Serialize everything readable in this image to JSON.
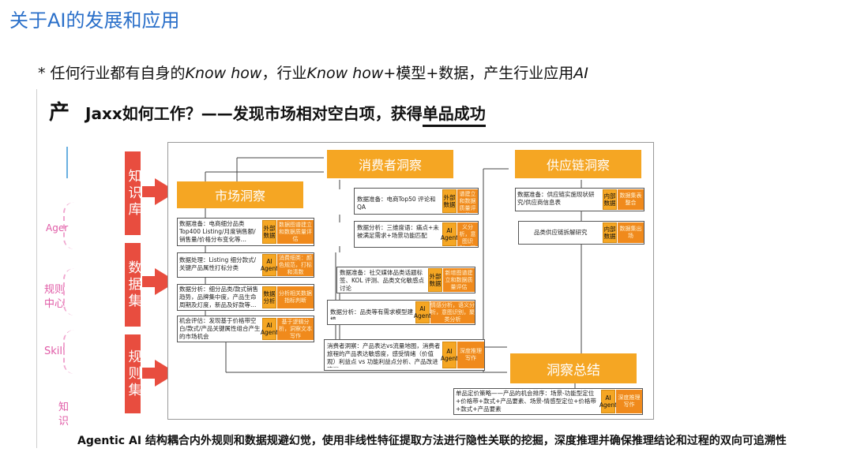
{
  "slide": {
    "title": "关于AI的发展和应用",
    "subtitle_parts": [
      "* 任何行业都有自身的",
      "Know how",
      "，行业",
      "Know how",
      "+模型+数据，产生行业应用",
      "AI"
    ]
  },
  "panel": {
    "chan_char": "产",
    "heading_main": "Jaxx如何工作？——发现市场相对空白项，获得",
    "heading_underlined": "单品成功",
    "left_side_labels": [
      "Ager",
      "规则",
      "中心",
      "Skill",
      "知",
      "识"
    ],
    "red_boxes": [
      "知识库",
      "数据集",
      "规则集"
    ],
    "sections": {
      "market": "市场洞察",
      "consumer": "消费者洞察",
      "supply": "供应链洞察",
      "summary": "洞察总结"
    },
    "market_rows": [
      {
        "text": "数据准备：电商细分品类 Top400 Listing/月度销售额/销售量/价格分布变化等…",
        "tag": "外部数据",
        "desc": "数据图谱建立和数据质量评估"
      },
      {
        "text": "数据处理：Listing 细分款式/关键产品属性打标分类",
        "tag": "AI Agent",
        "desc": "消费细类：颜色规范，打标和清数"
      },
      {
        "text": "数据分析：细分品类/款式销售趋势，品牌集中度，产品生命周期及灯度，新品及好款等…",
        "tag": "数据分析",
        "desc": "分析相关数据指标判断"
      },
      {
        "text": "机会评估：发现基于价格带空白/款式/产品关键属性组合产生的市场机会",
        "tag": "AI Agent",
        "desc": "基于逻辑分析，洞察文本写作"
      }
    ],
    "consumer_rows": [
      {
        "text": "数据准备：电商Top50 评论和 QA",
        "tag": "外部数据",
        "desc": "新增图谱建立和数据质量评估"
      },
      {
        "text": "数据分析：三维度语：痛点+未被满足需求+场景功能匹配",
        "tag": "AI Agent",
        "desc": "情感分析，语义分析，意图识别，聚类分析"
      },
      {
        "text": "数据准备：社交媒体品类话题标签、KOL 评测、品类文化敏感点讨论",
        "tag": "外部数据",
        "desc": "新增图谱建立和数据质量评估"
      },
      {
        "text": "数据分析：品类等有需求模型建模",
        "tag": "AI Agent",
        "desc": "情感分析，语义分析，意图识别，聚类分析"
      },
      {
        "text": "消费者洞察：产品表达vs流量地图，消费者旅程的产品表达敏感度，感受情绪（价值观）利益点 vs 功能利益点分析、产品改进建议",
        "tag": "AI Agent",
        "desc": "深度推理写作"
      }
    ],
    "supply_rows": [
      {
        "text": "数据准备：供应链实施现状研究/供应商信息表",
        "tag": "内部数据",
        "desc": "数据集表整合"
      },
      {
        "text": "品类供应链拆解研究",
        "tag": "内部数据",
        "desc": "数据集出场"
      }
    ],
    "summary_row": {
      "text": "单品定价策略——产品的机会排序：场景-功能型定位+价格带+款式+产品要素、场景-情感型定位+价格带+款式+产品要素",
      "tag": "AI Agent",
      "desc": "深度推理写作"
    }
  },
  "footer": {
    "text": "Agentic AI 结构耦合内外规则和数据规避幻觉，使用非线性特征提取方法进行隐性关联的挖掘，深度推理并确保推理结论和过程的双向可追溯性"
  }
}
